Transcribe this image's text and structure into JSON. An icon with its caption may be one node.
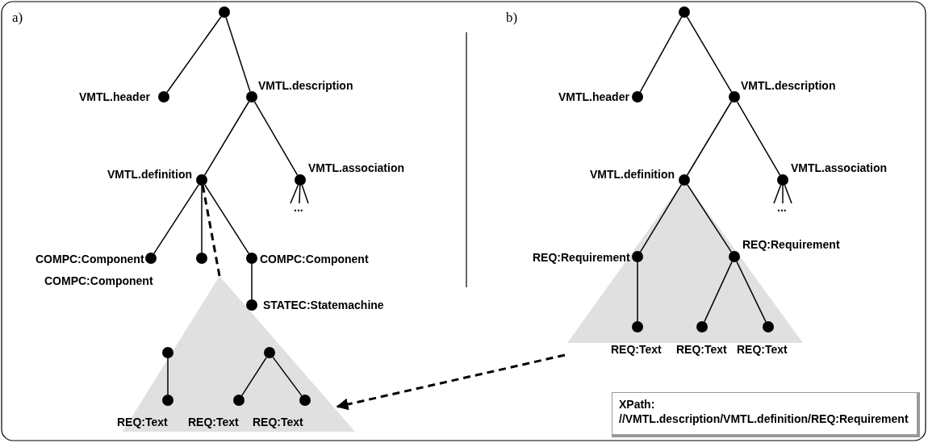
{
  "diagram": {
    "nodes": [
      {
        "text": [],
        "shape": "circle"
      },
      {
        "text": [],
        "shape": "circle",
        "beside": [
          "VMTL.header"
        ]
      },
      {
        "text": [],
        "shape": "circle",
        "beside": [
          "VMTL.description"
        ]
      },
      {
        "text": [],
        "shape": "circle",
        "beside": [
          "VMTL.definition"
        ]
      },
      {
        "text": [],
        "shape": "circle",
        "beside": [
          "VMTL.association"
        ]
      },
      {
        "text": [],
        "shape": "circle",
        "beside": [
          "COMPC:Component"
        ]
      },
      {
        "text": [],
        "shape": "circle"
      },
      {
        "text": [],
        "shape": "circle",
        "beside": [
          "COMPC:Component"
        ]
      },
      {
        "text": [],
        "shape": "circle",
        "beside": [
          "STATEC:Statemachine"
        ]
      },
      {
        "text": [],
        "shape": "triangle"
      },
      {
        "text": [],
        "shape": "circle",
        "in": 9
      },
      {
        "text": [],
        "shape": "circle",
        "in": 9,
        "beside": [
          "REQ:Text"
        ]
      },
      {
        "text": [],
        "shape": "circle",
        "in": 9
      },
      {
        "text": [],
        "shape": "circle",
        "in": 9,
        "beside": [
          "REQ:Text"
        ]
      },
      {
        "text": [],
        "shape": "circle",
        "in": 9,
        "beside": [
          "REQ:Text"
        ]
      },
      {
        "text": [],
        "shape": "circle"
      },
      {
        "text": [],
        "shape": "circle",
        "beside": [
          "VMTL.header"
        ]
      },
      {
        "text": [],
        "shape": "circle",
        "beside": [
          "VMTL.description"
        ]
      },
      {
        "text": [],
        "shape": "circle",
        "beside": [
          "VMTL.definition"
        ]
      },
      {
        "text": [],
        "shape": "circle",
        "beside": [
          "VMTL.association"
        ]
      },
      {
        "text": [],
        "shape": "triangle"
      },
      {
        "text": [],
        "shape": "circle",
        "in": 20,
        "beside": [
          "REQ:Requirement"
        ]
      },
      {
        "text": [],
        "shape": "circle",
        "in": 20,
        "beside": [
          "REQ:Requirement"
        ]
      },
      {
        "text": [],
        "shape": "circle",
        "in": 20,
        "beside": [
          "REQ:Text"
        ]
      },
      {
        "text": [],
        "shape": "circle",
        "in": 20,
        "beside": [
          "REQ:Text"
        ]
      },
      {
        "text": [],
        "shape": "circle",
        "in": 20,
        "beside": [
          "REQ:Text"
        ]
      },
      {
        "text": [
          "XPath: //VMTL.description/VMTL.definition/REQ:Requirement"
        ]
      },
      {
        "text": [
          "..."
        ]
      },
      {
        "text": [
          "..."
        ]
      }
    ],
    "edges": [
      {
        "from": 0,
        "to": 1,
        "arrow": "none"
      },
      {
        "from": 0,
        "to": 2,
        "arrow": "none"
      },
      {
        "from": 2,
        "to": 3,
        "arrow": "none"
      },
      {
        "from": 2,
        "to": 4,
        "arrow": "none"
      },
      {
        "from": 4,
        "to": 27,
        "arrow": "none"
      },
      {
        "from": 4,
        "to": 27,
        "arrow": "none"
      },
      {
        "from": 4,
        "to": 27,
        "arrow": "none"
      },
      {
        "from": 3,
        "to": 5,
        "arrow": "none"
      },
      {
        "from": 3,
        "to": 6,
        "arrow": "none"
      },
      {
        "from": 3,
        "to": 7,
        "arrow": "none"
      },
      {
        "from": 3,
        "to": 9,
        "arrow": "none",
        "style": "dashed"
      },
      {
        "from": 7,
        "to": 8,
        "arrow": "none"
      },
      {
        "from": 10,
        "to": 11,
        "arrow": "none"
      },
      {
        "from": 12,
        "to": 13,
        "arrow": "none"
      },
      {
        "from": 12,
        "to": 14,
        "arrow": "none"
      },
      {
        "from": 15,
        "to": 16,
        "arrow": "none"
      },
      {
        "from": 15,
        "to": 17,
        "arrow": "none"
      },
      {
        "from": 17,
        "to": 18,
        "arrow": "none"
      },
      {
        "from": 17,
        "to": 19,
        "arrow": "none"
      },
      {
        "from": 19,
        "to": 28,
        "arrow": "none"
      },
      {
        "from": 19,
        "to": 28,
        "arrow": "none"
      },
      {
        "from": 19,
        "to": 28,
        "arrow": "none"
      },
      {
        "from": 18,
        "to": 21,
        "arrow": "none"
      },
      {
        "from": 18,
        "to": 22,
        "arrow": "none"
      },
      {
        "from": 21,
        "to": 23,
        "arrow": "none"
      },
      {
        "from": 22,
        "to": 24,
        "arrow": "none"
      },
      {
        "from": 22,
        "to": 25,
        "arrow": "none"
      },
      {
        "from": 20,
        "to": 9,
        "arrow": "to",
        "style": "dashed"
      }
    ],
    "labels": [
      "a)",
      "COMPC:Component",
      "b)"
    ]
  }
}
